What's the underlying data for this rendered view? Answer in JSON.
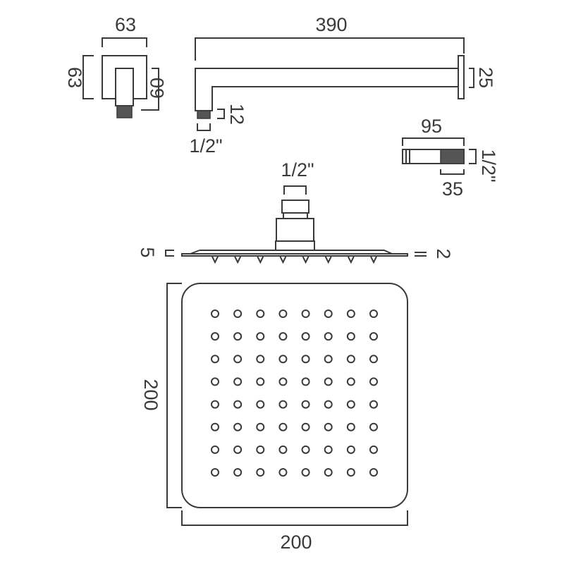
{
  "wall_bracket": {
    "width": "63",
    "height": "63",
    "depth": "60"
  },
  "shower_arm": {
    "length": "390",
    "flange": "25",
    "thread_length": "12",
    "thread_size": "1/2\""
  },
  "extension": {
    "length": "95",
    "thread_length": "35",
    "thread_size": "1/2\""
  },
  "shower_head_side": {
    "inlet": "1/2\"",
    "edge_thickness": "5",
    "plate_thickness": "2"
  },
  "shower_head_face": {
    "width": "200",
    "height": "200",
    "nozzle_rows": 8,
    "nozzle_cols": 8
  },
  "colors": {
    "line": "#3a3a3a",
    "background": "#ffffff"
  }
}
